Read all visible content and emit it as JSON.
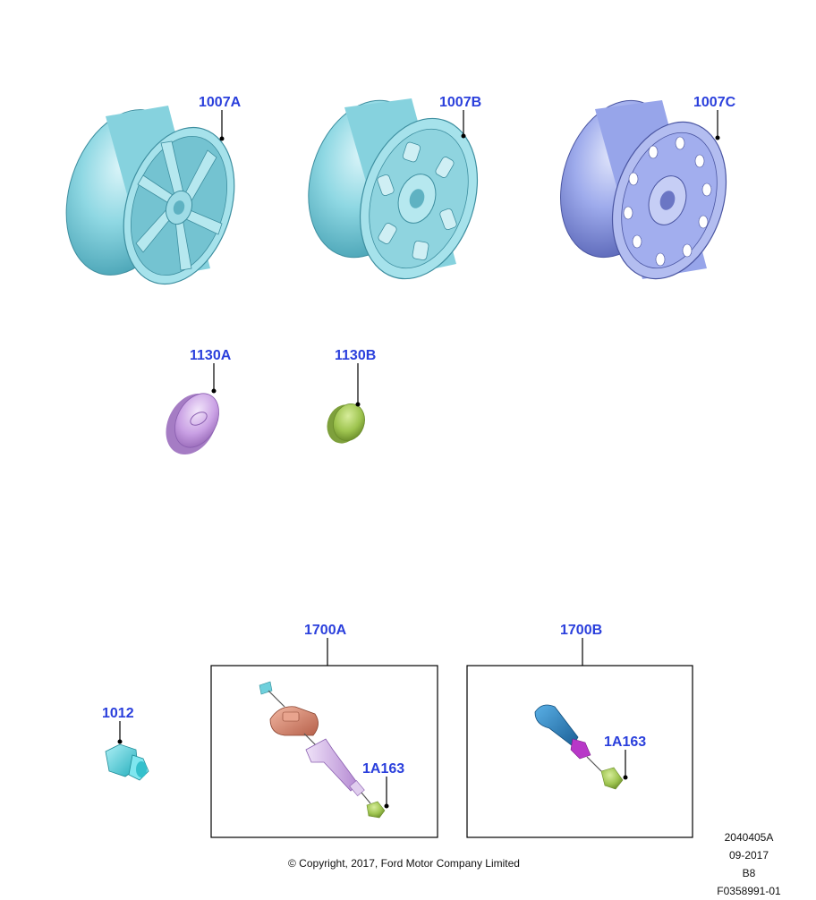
{
  "callouts": {
    "wheel_alloy": "1007A",
    "wheel_steel_styled": "1007B",
    "wheel_steel_spare": "1007C",
    "center_cap_a": "1130A",
    "center_cap_b": "1130B",
    "tpms_kit_a": "1700A",
    "tpms_kit_b": "1700B",
    "lug_nut": "1012",
    "valve_cap_a": "1A163",
    "valve_cap_b": "1A163"
  },
  "copyright": "© Copyright, 2017, Ford Motor Company Limited",
  "stamp": {
    "code": "2040405A",
    "date": "09-2017",
    "rev": "B8",
    "figure_id": "F0358991-01"
  },
  "colors": {
    "callout": "#2a3fdc",
    "wheel_teal": "#7ed0dc",
    "wheel_blue": "#8f9fe6",
    "cap_purple": "#c79ee3",
    "cap_green": "#99c24a",
    "sensor_orange": "#d8866c",
    "valve_purple": "#d3b4ea",
    "valve_blue": "#2c86c6",
    "lugnut_cyan": "#48d8e6"
  }
}
